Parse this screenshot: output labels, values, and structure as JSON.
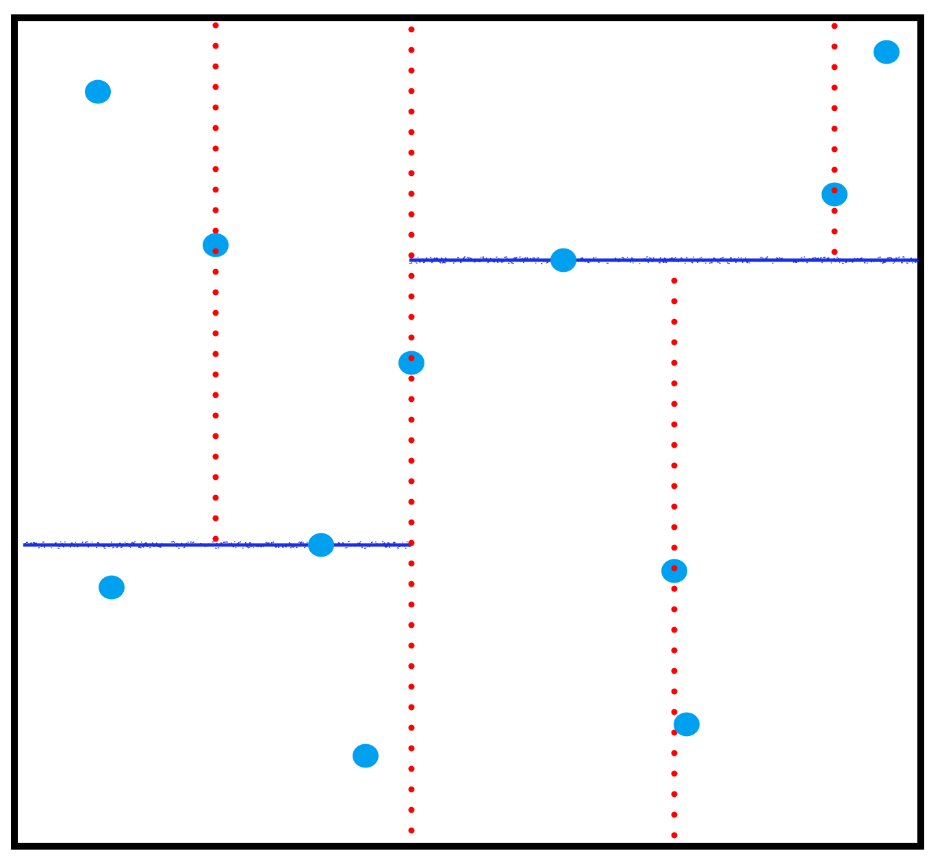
{
  "diagram": {
    "type": "kd-tree-partition",
    "colors": {
      "frame": "#000000",
      "background": "#ffffff",
      "vertical_split": "#ff0000",
      "horizontal_split": "#1a2ee8",
      "point": "#00a0f0"
    },
    "points": [
      {
        "id": "p1"
      },
      {
        "id": "p2"
      },
      {
        "id": "p3"
      },
      {
        "id": "p4"
      },
      {
        "id": "p5"
      },
      {
        "id": "p6"
      },
      {
        "id": "p7"
      },
      {
        "id": "p8"
      },
      {
        "id": "p9"
      },
      {
        "id": "p10"
      },
      {
        "id": "p11"
      },
      {
        "id": "p12"
      }
    ],
    "split_lines": [
      {
        "id": "v1",
        "orientation": "vertical",
        "style": "dotted"
      },
      {
        "id": "h1",
        "orientation": "horizontal",
        "style": "noisy"
      },
      {
        "id": "v2",
        "orientation": "vertical",
        "style": "dotted"
      },
      {
        "id": "h2",
        "orientation": "horizontal",
        "style": "noisy"
      },
      {
        "id": "v3",
        "orientation": "vertical",
        "style": "dotted"
      },
      {
        "id": "v4",
        "orientation": "vertical",
        "style": "dotted"
      }
    ]
  }
}
